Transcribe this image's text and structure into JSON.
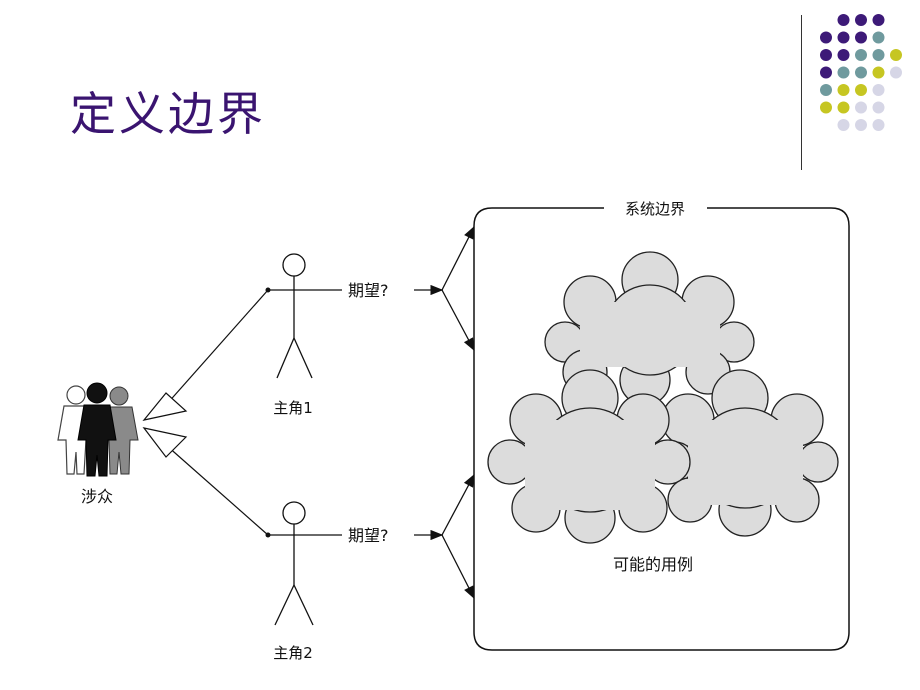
{
  "slide": {
    "title": "定义边界"
  },
  "decoration": {
    "dot_colors": {
      "purple": "#3d1a78",
      "teal": "#6f9a9e",
      "yellow": "#c6c622",
      "lavender": "#d6d6e6"
    }
  },
  "diagram": {
    "stakeholders_label": "涉众",
    "actor1_label": "主角1",
    "actor2_label": "主角2",
    "expectation1": "期望?",
    "expectation2": "期望?",
    "boundary_label": "系统边界",
    "usecases_label": "可能的用例"
  }
}
